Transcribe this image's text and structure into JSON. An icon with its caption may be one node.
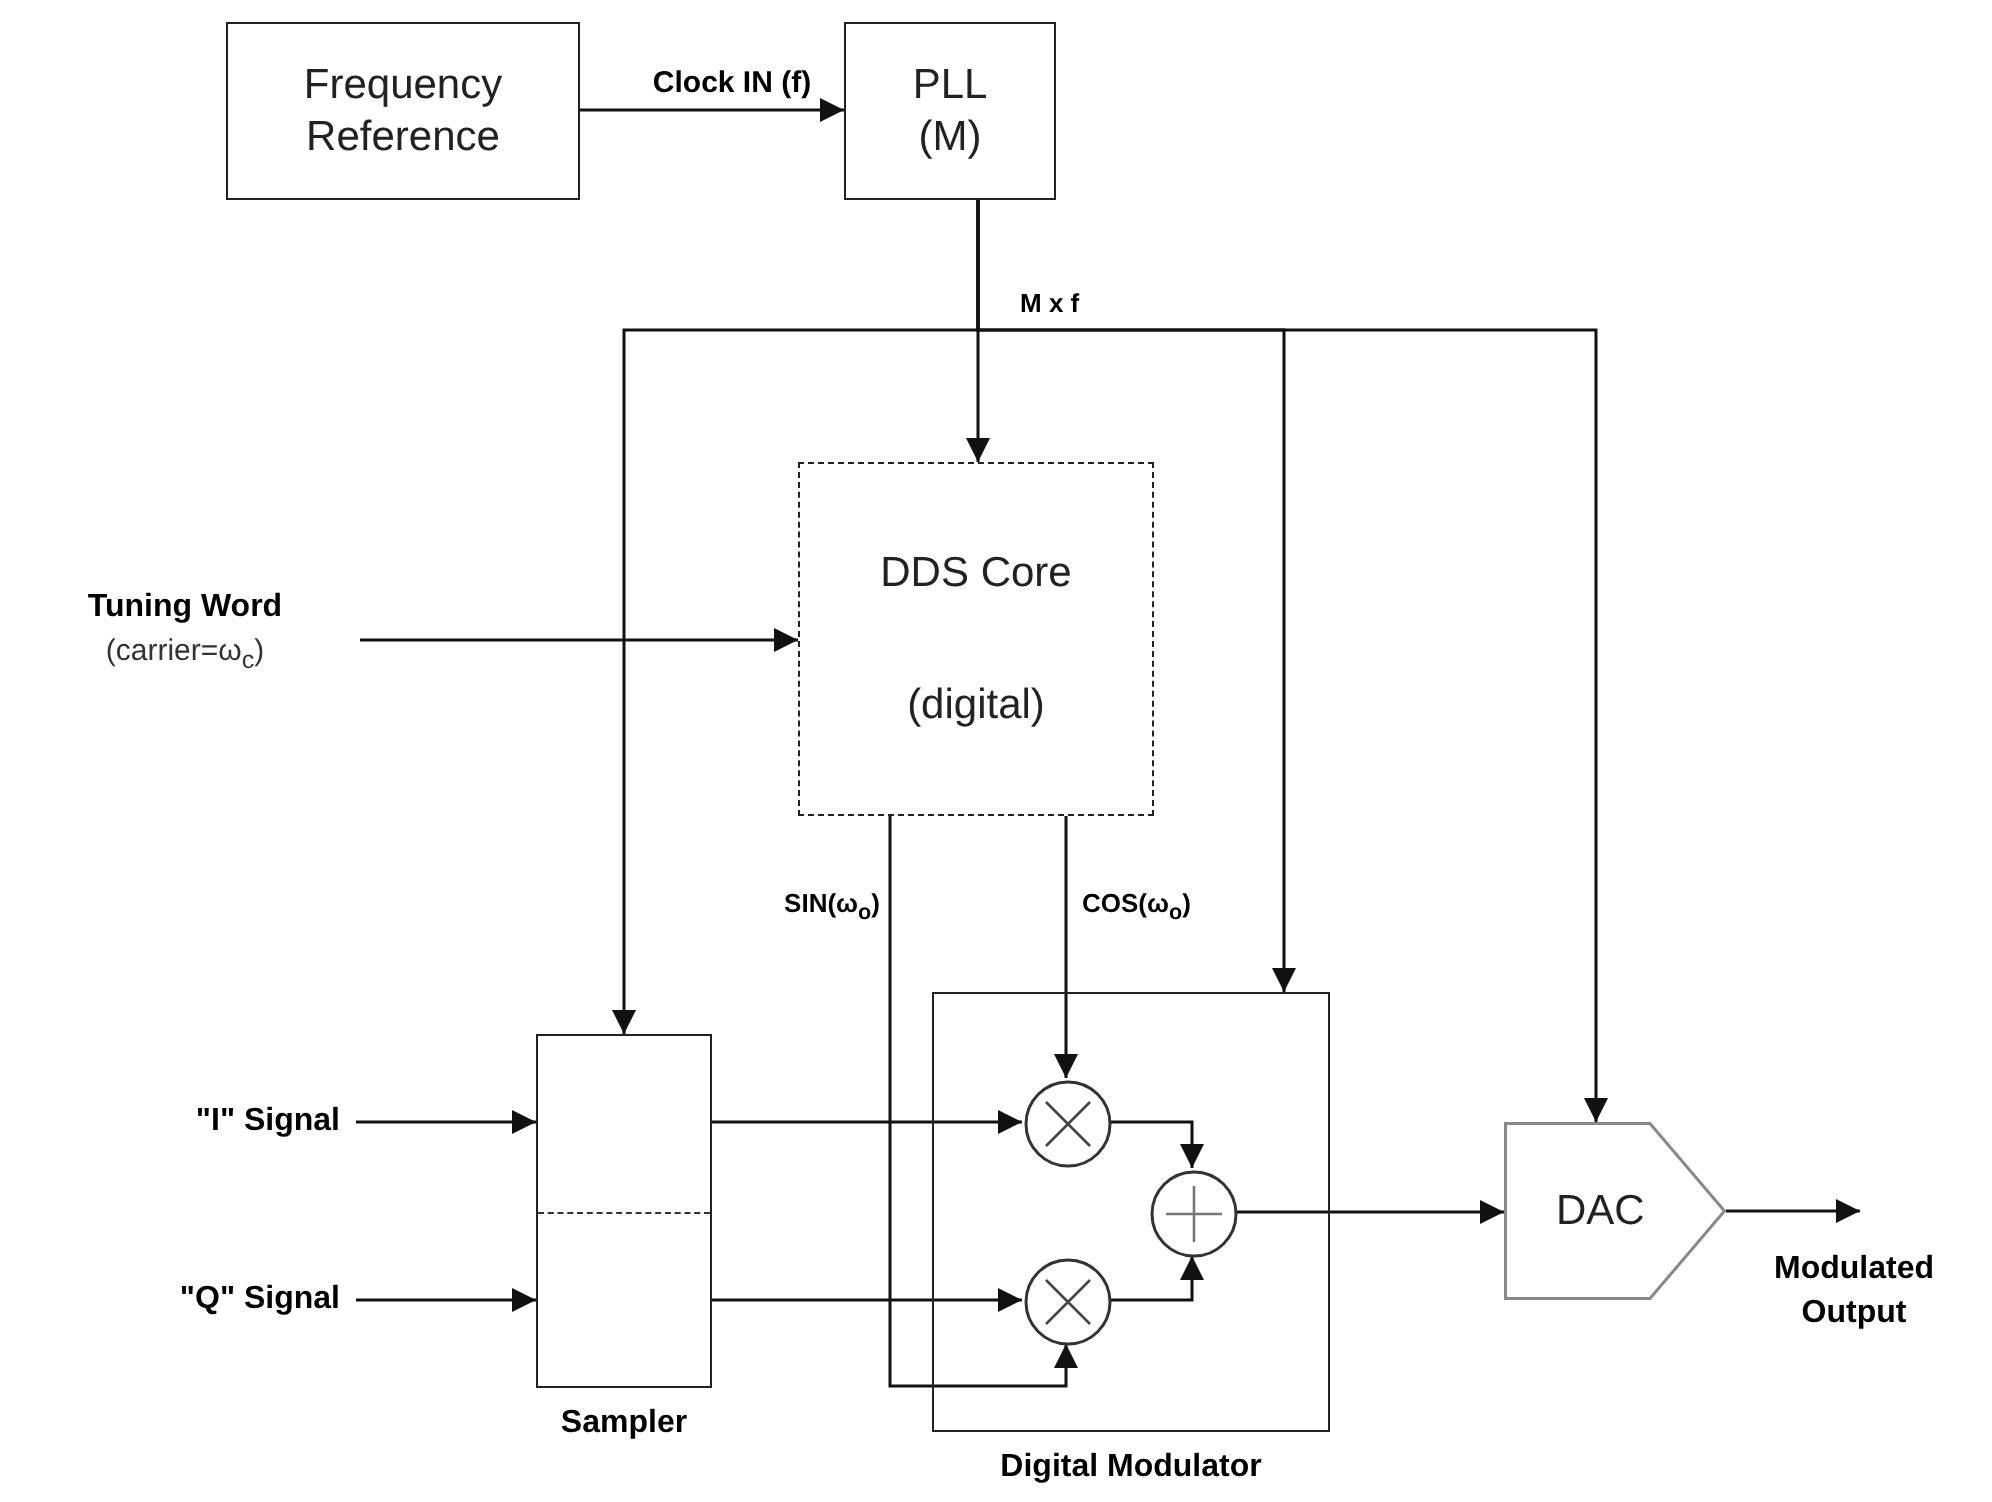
{
  "diagram": {
    "nodes": [
      {
        "text": [
          "Frequency Reference"
        ]
      },
      {
        "text": [
          "PLL (M)"
        ]
      },
      {
        "text": [
          "DDS Core",
          "(digital)"
        ]
      },
      {
        "text": [
          "Tuning Word",
          "(carrier=ω$_{c}$)"
        ]
      },
      {
        "text": [
          "\"I\" Signal"
        ]
      },
      {
        "text": [
          "\"Q\" Signal"
        ]
      },
      {
        "text": [
          "Sampler"
        ]
      },
      {
        "text": [
          "Digital Modulator"
        ]
      },
      {
        "text": [],
        "shape": "circle",
        "in": 7
      },
      {
        "text": [],
        "shape": "circle",
        "in": 7
      },
      {
        "text": [],
        "shape": "circle",
        "in": 7
      },
      {
        "text": [
          "DAC"
        ]
      }
    ],
    "edges": [
      {
        "from": 0,
        "to": 1,
        "arrow": "to",
        "label": "Clock IN (f)"
      },
      {
        "from": 1,
        "to": 2,
        "arrow": "to"
      },
      {
        "from": 1,
        "to": 6,
        "arrow": "to"
      },
      {
        "from": 1,
        "to": 7,
        "arrow": "to",
        "label": "M x f"
      },
      {
        "from": 1,
        "to": 11,
        "arrow": "to"
      },
      {
        "from": 3,
        "to": 2,
        "arrow": "to"
      },
      {
        "from": 4,
        "to": 6,
        "arrow": "to"
      },
      {
        "from": 5,
        "to": 6,
        "arrow": "to"
      },
      {
        "from": 2,
        "to": 10,
        "arrow": "to",
        "label": "SIN(ω$_{o}$)"
      },
      {
        "from": 2,
        "to": 8,
        "arrow": "to",
        "label": "COS(ω$_{o}$)"
      },
      {
        "from": 6,
        "to": 8,
        "arrow": "to"
      },
      {
        "from": 6,
        "to": 10,
        "arrow": "to"
      },
      {
        "from": 8,
        "to": 9,
        "arrow": "to"
      },
      {
        "from": 10,
        "to": 9,
        "arrow": "to"
      },
      {
        "from": 9,
        "to": 11,
        "arrow": "to"
      },
      {
        "from": 11,
        "to": null,
        "arrow": "to"
      }
    ],
    "labels": [
      "Modulated Output"
    ]
  }
}
